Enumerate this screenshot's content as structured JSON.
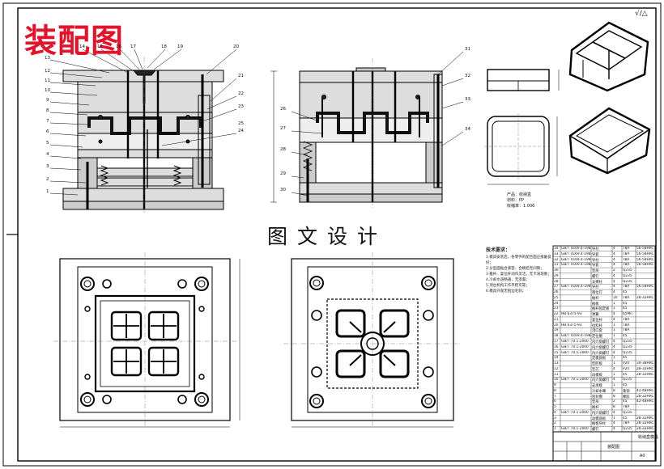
{
  "header": {
    "title_red": "装配图",
    "title_center": "图文设计",
    "corner_mark": "√/△"
  },
  "callouts_left": [
    "1",
    "2",
    "3",
    "4",
    "5",
    "6",
    "7",
    "8",
    "9",
    "10",
    "11",
    "12",
    "13",
    "14",
    "15",
    "16",
    "17",
    "18",
    "19",
    "20",
    "21",
    "22",
    "23",
    "24",
    "25"
  ],
  "callouts_right": [
    "26",
    "27",
    "28",
    "29",
    "30",
    "31",
    "32",
    "33",
    "34"
  ],
  "product_info": {
    "line1": "产品：收纳盒",
    "line2": "材料：PP",
    "line3": "收缩率：1.006"
  },
  "tech_requirements": {
    "heading": "技术要求：",
    "lines": [
      "1.模具安装后，各零件的配合面应接触良好；",
      "2.分型面贴合紧密，合模后无间隙；",
      "3.推杆、复位杆动作灵活，无卡滞现象；",
      "4.冷却水道畅通，无渗漏；",
      "5.顶出机构工作平稳可靠；",
      "6.模具外观无锐边毛刺。"
    ]
  },
  "bom_rows": [
    {
      "no": "34",
      "code": "GB/T 4169.4-1984",
      "name": "导柱",
      "qty": "4",
      "mat": "T8A",
      "note": "56-58HRC"
    },
    {
      "no": "33",
      "code": "GB/T 4169.4-1984",
      "name": "导套",
      "qty": "4",
      "mat": "T8A",
      "note": "56-58HRC"
    },
    {
      "no": "32",
      "code": "GB/T 4169.4-1984",
      "name": "导柱",
      "qty": "4",
      "mat": "T8A",
      "note": "56-58HRC"
    },
    {
      "no": "31",
      "code": "GB/T 4169.4-1984",
      "name": "导套",
      "qty": "4",
      "mat": "T8A",
      "note": "56-58HRC"
    },
    {
      "no": "30",
      "code": "",
      "name": "垫块",
      "qty": "2",
      "mat": "Q235",
      "note": ""
    },
    {
      "no": "29",
      "code": "",
      "name": "螺钉",
      "qty": "4",
      "mat": "Q235",
      "note": ""
    },
    {
      "no": "28",
      "code": "",
      "name": "支撑柱",
      "qty": "4",
      "mat": "Q235",
      "note": ""
    },
    {
      "no": "27",
      "code": "GB/T 4169.4-1984",
      "name": "导柱",
      "qty": "4",
      "mat": "T8A",
      "note": "56-58HRC"
    },
    {
      "no": "26",
      "code": "",
      "name": "限位钉",
      "qty": "4",
      "mat": "45",
      "note": ""
    },
    {
      "no": "25",
      "code": "",
      "name": "推杆",
      "qty": "16",
      "mat": "T8A",
      "note": "28-32HRC"
    },
    {
      "no": "24",
      "code": "",
      "name": "推板",
      "qty": "1",
      "mat": "45",
      "note": ""
    },
    {
      "no": "23",
      "code": "",
      "name": "推杆固定板",
      "qty": "1",
      "mat": "45",
      "note": ""
    },
    {
      "no": "22",
      "code": "HB 6375-93",
      "name": "弹簧",
      "qty": "4",
      "mat": "65Mn",
      "note": ""
    },
    {
      "no": "21",
      "code": "",
      "name": "复位杆",
      "qty": "4",
      "mat": "T8A",
      "note": ""
    },
    {
      "no": "20",
      "code": "HB 6375-93",
      "name": "拉料杆",
      "qty": "1",
      "mat": "T8A",
      "note": ""
    },
    {
      "no": "19",
      "code": "",
      "name": "浇口套",
      "qty": "1",
      "mat": "T8A",
      "note": ""
    },
    {
      "no": "18",
      "code": "GB/T 4169.4-1984",
      "name": "定位圈",
      "qty": "1",
      "mat": "45",
      "note": ""
    },
    {
      "no": "17",
      "code": "GB/T 70.1-2000",
      "name": "内六角螺钉",
      "qty": "4",
      "mat": "Q235",
      "note": ""
    },
    {
      "no": "16",
      "code": "GB/T 70.1-2000",
      "name": "内六角螺钉",
      "qty": "4",
      "mat": "Q235",
      "note": ""
    },
    {
      "no": "15",
      "code": "GB/T 70.1-2000",
      "name": "内六角螺钉",
      "qty": "4",
      "mat": "Q235",
      "note": ""
    },
    {
      "no": "14",
      "code": "",
      "name": "定模座板",
      "qty": "1",
      "mat": "45",
      "note": ""
    },
    {
      "no": "13",
      "code": "",
      "name": "型腔板",
      "qty": "1",
      "mat": "P20",
      "note": "34-38HRC"
    },
    {
      "no": "12",
      "code": "",
      "name": "型芯",
      "qty": "4",
      "mat": "P20",
      "note": "28-32HRC"
    },
    {
      "no": "11",
      "code": "",
      "name": "动模板",
      "qty": "1",
      "mat": "45",
      "note": "28-32HRC"
    },
    {
      "no": "10",
      "code": "GB/T 70.1-2000",
      "name": "内六角螺钉",
      "qty": "4",
      "mat": "Q235",
      "note": ""
    },
    {
      "no": "9",
      "code": "",
      "name": "支承板",
      "qty": "1",
      "mat": "45",
      "note": ""
    },
    {
      "no": "8",
      "code": "",
      "name": "冷却水嘴",
      "qty": "8",
      "mat": "黄铜",
      "note": "42-48HRC"
    },
    {
      "no": "7",
      "code": "",
      "name": "密封圈",
      "qty": "8",
      "mat": "橡胶",
      "note": "28-32HRC"
    },
    {
      "no": "6",
      "code": "",
      "name": "垫块",
      "qty": "2",
      "mat": "45",
      "note": "42-48HRC"
    },
    {
      "no": "5",
      "code": "",
      "name": "推杆",
      "qty": "8",
      "mat": "T8A",
      "note": ""
    },
    {
      "no": "4",
      "code": "GB/T 70.1-2000",
      "name": "内六角螺钉",
      "qty": "4",
      "mat": "Q235",
      "note": ""
    },
    {
      "no": "3",
      "code": "",
      "name": "动模座板",
      "qty": "1",
      "mat": "45",
      "note": "28-32HRC"
    },
    {
      "no": "2",
      "code": "",
      "name": "推板导柱",
      "qty": "4",
      "mat": "T8A",
      "note": "28-32HRC"
    },
    {
      "no": "1",
      "code": "GB/T 70.1-2000",
      "name": "螺钉",
      "qty": "4",
      "mat": "Q235",
      "note": "28-32HRC"
    }
  ],
  "title_block": {
    "drawing_name": "收纳盒模具",
    "assembly": "装配图",
    "sheet": "A0"
  }
}
